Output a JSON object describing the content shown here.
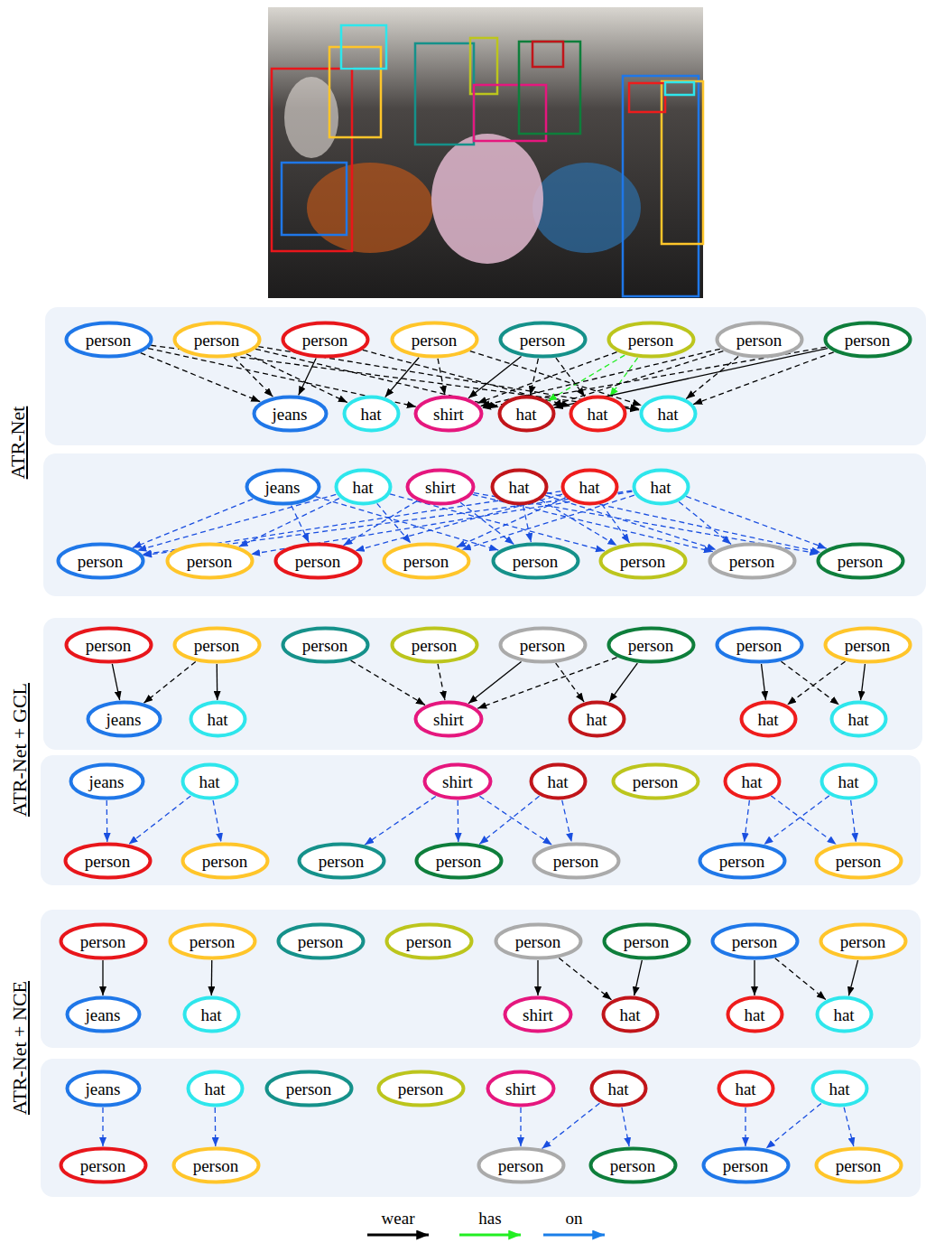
{
  "diagram": {
    "nodes": [
      {
        "text": [
          "person"
        ]
      },
      {
        "text": [
          "person"
        ]
      },
      {
        "text": [
          "person"
        ]
      },
      {
        "text": [
          "person"
        ]
      },
      {
        "text": [
          "person"
        ]
      },
      {
        "text": [
          "person"
        ]
      },
      {
        "text": [
          "person"
        ]
      },
      {
        "text": [
          "person"
        ]
      },
      {
        "text": [
          "jeans"
        ]
      },
      {
        "text": [
          "hat"
        ]
      },
      {
        "text": [
          "shirt"
        ]
      },
      {
        "text": [
          "hat"
        ]
      },
      {
        "text": [
          "hat"
        ]
      },
      {
        "text": [
          "hat"
        ]
      },
      {
        "text": [
          "jeans"
        ]
      },
      {
        "text": [
          "hat"
        ]
      },
      {
        "text": [
          "shirt"
        ]
      },
      {
        "text": [
          "hat"
        ]
      },
      {
        "text": [
          "hat"
        ]
      },
      {
        "text": [
          "hat"
        ]
      },
      {
        "text": [
          "person"
        ]
      },
      {
        "text": [
          "person"
        ]
      },
      {
        "text": [
          "person"
        ]
      },
      {
        "text": [
          "person"
        ]
      },
      {
        "text": [
          "person"
        ]
      },
      {
        "text": [
          "person"
        ]
      },
      {
        "text": [
          "person"
        ]
      },
      {
        "text": [
          "person"
        ]
      },
      {
        "text": [
          "person"
        ]
      },
      {
        "text": [
          "person"
        ]
      },
      {
        "text": [
          "person"
        ]
      },
      {
        "text": [
          "person"
        ]
      },
      {
        "text": [
          "person"
        ]
      },
      {
        "text": [
          "person"
        ]
      },
      {
        "text": [
          "person"
        ]
      },
      {
        "text": [
          "person"
        ]
      },
      {
        "text": [
          "jeans"
        ]
      },
      {
        "text": [
          "hat"
        ]
      },
      {
        "text": [
          "shirt"
        ]
      },
      {
        "text": [
          "hat"
        ]
      },
      {
        "text": [
          "hat"
        ]
      },
      {
        "text": [
          "hat"
        ]
      },
      {
        "text": [
          "jeans"
        ]
      },
      {
        "text": [
          "hat"
        ]
      },
      {
        "text": [
          "shirt"
        ]
      },
      {
        "text": [
          "hat"
        ]
      },
      {
        "text": [
          "person"
        ]
      },
      {
        "text": [
          "hat"
        ]
      },
      {
        "text": [
          "hat"
        ]
      },
      {
        "text": [
          "person"
        ]
      },
      {
        "text": [
          "person"
        ]
      },
      {
        "text": [
          "person"
        ]
      },
      {
        "text": [
          "person"
        ]
      },
      {
        "text": [
          "person"
        ]
      },
      {
        "text": [
          "person"
        ]
      },
      {
        "text": [
          "person"
        ]
      },
      {
        "text": [
          "person"
        ]
      },
      {
        "text": [
          "person"
        ]
      },
      {
        "text": [
          "person"
        ]
      },
      {
        "text": [
          "person"
        ]
      },
      {
        "text": [
          "person"
        ]
      },
      {
        "text": [
          "person"
        ]
      },
      {
        "text": [
          "person"
        ]
      },
      {
        "text": [
          "person"
        ]
      },
      {
        "text": [
          "jeans"
        ]
      },
      {
        "text": [
          "hat"
        ]
      },
      {
        "text": [
          "shirt"
        ]
      },
      {
        "text": [
          "hat"
        ]
      },
      {
        "text": [
          "hat"
        ]
      },
      {
        "text": [
          "hat"
        ]
      },
      {
        "text": [
          "jeans"
        ]
      },
      {
        "text": [
          "hat"
        ]
      },
      {
        "text": [
          "person"
        ]
      },
      {
        "text": [
          "person"
        ]
      },
      {
        "text": [
          "shirt"
        ]
      },
      {
        "text": [
          "hat"
        ]
      },
      {
        "text": [
          "hat"
        ]
      },
      {
        "text": [
          "hat"
        ]
      },
      {
        "text": [
          "person"
        ]
      },
      {
        "text": [
          "person"
        ]
      },
      {
        "text": [
          "person"
        ]
      },
      {
        "text": [
          "person"
        ]
      },
      {
        "text": [
          "person"
        ]
      },
      {
        "text": [
          "person"
        ]
      }
    ],
    "edges": [
      {
        "from": 0,
        "to": 8,
        "arrow": "to"
      },
      {
        "from": 0,
        "to": 10,
        "arrow": "to"
      },
      {
        "from": 0,
        "to": 13,
        "arrow": "to"
      },
      {
        "from": 1,
        "to": 8,
        "arrow": "to"
      },
      {
        "from": 1,
        "to": 9,
        "arrow": "to"
      },
      {
        "from": 1,
        "to": 11,
        "arrow": "to"
      },
      {
        "from": 1,
        "to": 13,
        "arrow": "to"
      },
      {
        "from": 2,
        "to": 8,
        "arrow": "to"
      },
      {
        "from": 2,
        "to": 12,
        "arrow": "to"
      },
      {
        "from": 3,
        "to": 9,
        "arrow": "to"
      },
      {
        "from": 3,
        "to": 10,
        "arrow": "to"
      },
      {
        "from": 3,
        "to": 13,
        "arrow": "to"
      },
      {
        "from": 4,
        "to": 10,
        "arrow": "to"
      },
      {
        "from": 4,
        "to": 11,
        "arrow": "to"
      },
      {
        "from": 4,
        "to": 12,
        "arrow": "to"
      },
      {
        "from": 5,
        "to": 10,
        "arrow": "to"
      },
      {
        "from": 5,
        "to": 12,
        "arrow": "to"
      },
      {
        "from": 5,
        "to": 11,
        "arrow": "to"
      },
      {
        "from": 6,
        "to": 10,
        "arrow": "to"
      },
      {
        "from": 6,
        "to": 11,
        "arrow": "to"
      },
      {
        "from": 6,
        "to": 13,
        "arrow": "to"
      },
      {
        "from": 7,
        "to": 11,
        "arrow": "to"
      },
      {
        "from": 7,
        "to": 13,
        "arrow": "to"
      },
      {
        "from": 7,
        "to": 10,
        "arrow": "to"
      },
      {
        "from": 14,
        "to": 20,
        "arrow": "to"
      },
      {
        "from": 14,
        "to": 22,
        "arrow": "to"
      },
      {
        "from": 14,
        "to": 24,
        "arrow": "to"
      },
      {
        "from": 15,
        "to": 21,
        "arrow": "to"
      },
      {
        "from": 15,
        "to": 23,
        "arrow": "to"
      },
      {
        "from": 15,
        "to": 25,
        "arrow": "to"
      },
      {
        "from": 15,
        "to": 20,
        "arrow": "to"
      },
      {
        "from": 16,
        "to": 22,
        "arrow": "to"
      },
      {
        "from": 16,
        "to": 24,
        "arrow": "to"
      },
      {
        "from": 16,
        "to": 26,
        "arrow": "to"
      },
      {
        "from": 16,
        "to": 27,
        "arrow": "to"
      },
      {
        "from": 17,
        "to": 24,
        "arrow": "to"
      },
      {
        "from": 17,
        "to": 25,
        "arrow": "to"
      },
      {
        "from": 17,
        "to": 26,
        "arrow": "to"
      },
      {
        "from": 17,
        "to": 27,
        "arrow": "to"
      },
      {
        "from": 18,
        "to": 20,
        "arrow": "to"
      },
      {
        "from": 18,
        "to": 22,
        "arrow": "to"
      },
      {
        "from": 18,
        "to": 25,
        "arrow": "to"
      },
      {
        "from": 18,
        "to": 23,
        "arrow": "to"
      },
      {
        "from": 19,
        "to": 20,
        "arrow": "to"
      },
      {
        "from": 19,
        "to": 21,
        "arrow": "to"
      },
      {
        "from": 19,
        "to": 23,
        "arrow": "to"
      },
      {
        "from": 19,
        "to": 26,
        "arrow": "to"
      },
      {
        "from": 19,
        "to": 27,
        "arrow": "to"
      },
      {
        "from": 28,
        "to": 36,
        "arrow": "to"
      },
      {
        "from": 29,
        "to": 36,
        "arrow": "to"
      },
      {
        "from": 29,
        "to": 37,
        "arrow": "to"
      },
      {
        "from": 30,
        "to": 38,
        "arrow": "to"
      },
      {
        "from": 31,
        "to": 38,
        "arrow": "to"
      },
      {
        "from": 32,
        "to": 38,
        "arrow": "to"
      },
      {
        "from": 33,
        "to": 38,
        "arrow": "to"
      },
      {
        "from": 32,
        "to": 39,
        "arrow": "to"
      },
      {
        "from": 33,
        "to": 39,
        "arrow": "to"
      },
      {
        "from": 34,
        "to": 40,
        "arrow": "to"
      },
      {
        "from": 34,
        "to": 41,
        "arrow": "to"
      },
      {
        "from": 35,
        "to": 40,
        "arrow": "to"
      },
      {
        "from": 35,
        "to": 41,
        "arrow": "to"
      },
      {
        "from": 42,
        "to": 49,
        "arrow": "to"
      },
      {
        "from": 43,
        "to": 49,
        "arrow": "to"
      },
      {
        "from": 43,
        "to": 50,
        "arrow": "to"
      },
      {
        "from": 44,
        "to": 51,
        "arrow": "to"
      },
      {
        "from": 44,
        "to": 52,
        "arrow": "to"
      },
      {
        "from": 44,
        "to": 53,
        "arrow": "to"
      },
      {
        "from": 45,
        "to": 52,
        "arrow": "to"
      },
      {
        "from": 45,
        "to": 53,
        "arrow": "to"
      },
      {
        "from": 47,
        "to": 54,
        "arrow": "to"
      },
      {
        "from": 47,
        "to": 55,
        "arrow": "to"
      },
      {
        "from": 48,
        "to": 54,
        "arrow": "to"
      },
      {
        "from": 48,
        "to": 55,
        "arrow": "to"
      },
      {
        "from": 56,
        "to": 64,
        "arrow": "to"
      },
      {
        "from": 57,
        "to": 65,
        "arrow": "to"
      },
      {
        "from": 60,
        "to": 66,
        "arrow": "to"
      },
      {
        "from": 60,
        "to": 67,
        "arrow": "to"
      },
      {
        "from": 61,
        "to": 67,
        "arrow": "to"
      },
      {
        "from": 62,
        "to": 68,
        "arrow": "to"
      },
      {
        "from": 62,
        "to": 69,
        "arrow": "to"
      },
      {
        "from": 63,
        "to": 69,
        "arrow": "to"
      },
      {
        "from": 70,
        "to": 78,
        "arrow": "to"
      },
      {
        "from": 71,
        "to": 79,
        "arrow": "to"
      },
      {
        "from": 74,
        "to": 80,
        "arrow": "to"
      },
      {
        "from": 75,
        "to": 80,
        "arrow": "to"
      },
      {
        "from": 75,
        "to": 81,
        "arrow": "to"
      },
      {
        "from": 76,
        "to": 82,
        "arrow": "to"
      },
      {
        "from": 77,
        "to": 82,
        "arrow": "to"
      },
      {
        "from": 77,
        "to": 83,
        "arrow": "to"
      }
    ],
    "labels": [
      "ATR-Net",
      "ATR-Net + GCL",
      "ATR-Net + NCE"
    ],
    "legend": [
      {
        "text": "wear"
      },
      {
        "text": "has"
      },
      {
        "text": "on"
      }
    ]
  }
}
